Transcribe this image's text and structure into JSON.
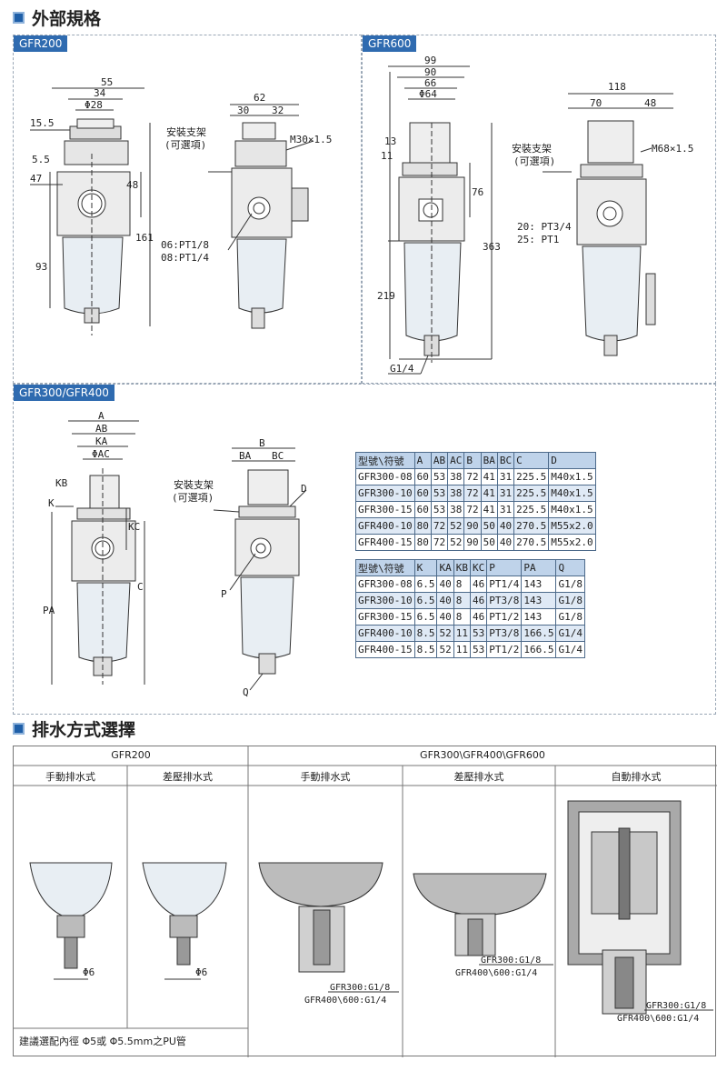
{
  "section1": {
    "title": "外部規格"
  },
  "gfr200": {
    "tag": "GFR200",
    "dims": {
      "d55": "55",
      "d34": "34",
      "d28": "Φ28",
      "d15_5": "15.5",
      "d5_5": "5.5",
      "d47": "47",
      "d48": "48",
      "d93": "93",
      "d161": "161",
      "d62": "62",
      "d30": "30",
      "d32": "32"
    },
    "bracket": [
      "安裝支架",
      "(可選項)"
    ],
    "thread": "M30×1.5",
    "ports": [
      "06:PT1/8",
      "08:PT1/4"
    ]
  },
  "gfr600": {
    "tag": "GFR600",
    "dims": {
      "d99": "99",
      "d90": "90",
      "d66": "66",
      "d64": "Φ64",
      "d13": "13",
      "d11": "11",
      "d76": "76",
      "d363": "363",
      "d219": "219",
      "d118": "118",
      "d70": "70",
      "d48": "48"
    },
    "bracket": [
      "安裝支架",
      "(可選項)"
    ],
    "thread": "M68×1.5",
    "ports": [
      "20: PT3/4",
      "25: PT1"
    ],
    "drain": "G1/4"
  },
  "gfr300": {
    "tag": "GFR300/GFR400",
    "labels": {
      "A": "A",
      "AB": "AB",
      "KA": "KA",
      "AC": "ΦAC",
      "KB": "KB",
      "K": "K",
      "KC": "KC",
      "C": "C",
      "PA": "PA",
      "B": "B",
      "BA": "BA",
      "BC": "BC",
      "D": "D",
      "P": "P",
      "Q": "Q"
    },
    "bracket": [
      "安裝支架",
      "(可選項)"
    ],
    "table1": {
      "headers": [
        "型號\\符號",
        "A",
        "AB",
        "AC",
        "B",
        "BA",
        "BC",
        "C",
        "D"
      ],
      "rows": [
        [
          "GFR300-08",
          "60",
          "53",
          "38",
          "72",
          "41",
          "31",
          "225.5",
          "M40x1.5"
        ],
        [
          "GFR300-10",
          "60",
          "53",
          "38",
          "72",
          "41",
          "31",
          "225.5",
          "M40x1.5"
        ],
        [
          "GFR300-15",
          "60",
          "53",
          "38",
          "72",
          "41",
          "31",
          "225.5",
          "M40x1.5"
        ],
        [
          "GFR400-10",
          "80",
          "72",
          "52",
          "90",
          "50",
          "40",
          "270.5",
          "M55x2.0"
        ],
        [
          "GFR400-15",
          "80",
          "72",
          "52",
          "90",
          "50",
          "40",
          "270.5",
          "M55x2.0"
        ]
      ]
    },
    "table2": {
      "headers": [
        "型號\\符號",
        "K",
        "KA",
        "KB",
        "KC",
        "P",
        "PA",
        "Q"
      ],
      "rows": [
        [
          "GFR300-08",
          "6.5",
          "40",
          "8",
          "46",
          "PT1/4",
          "143",
          "G1/8"
        ],
        [
          "GFR300-10",
          "6.5",
          "40",
          "8",
          "46",
          "PT3/8",
          "143",
          "G1/8"
        ],
        [
          "GFR300-15",
          "6.5",
          "40",
          "8",
          "46",
          "PT1/2",
          "143",
          "G1/8"
        ],
        [
          "GFR400-10",
          "8.5",
          "52",
          "11",
          "53",
          "PT3/8",
          "166.5",
          "G1/4"
        ],
        [
          "GFR400-15",
          "8.5",
          "52",
          "11",
          "53",
          "PT1/2",
          "166.5",
          "G1/4"
        ]
      ]
    }
  },
  "section2": {
    "title": "排水方式選擇"
  },
  "drain": {
    "group1": "GFR200",
    "group2": "GFR300\\GFR400\\GFR600",
    "cols": [
      "手動排水式",
      "差壓排水式",
      "手動排水式",
      "差壓排水式",
      "自動排水式"
    ],
    "phi6": "Φ6",
    "port1": "GFR300:G1/8",
    "port2": "GFR400\\600:G1/4",
    "note": "建議選配內徑 Φ5或 Φ5.5mm之PU管"
  }
}
